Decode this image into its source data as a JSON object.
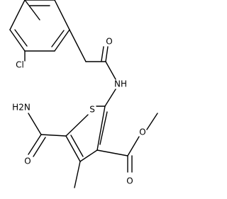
{
  "molecule": {
    "atoms": {
      "cl": "Cl",
      "amide_o": "O",
      "nh": "NH",
      "s": "S",
      "ester_o_single": "O",
      "ester_o_double": "O",
      "carboxamide_nh2": "H2N",
      "carboxamide_o": "O"
    }
  }
}
